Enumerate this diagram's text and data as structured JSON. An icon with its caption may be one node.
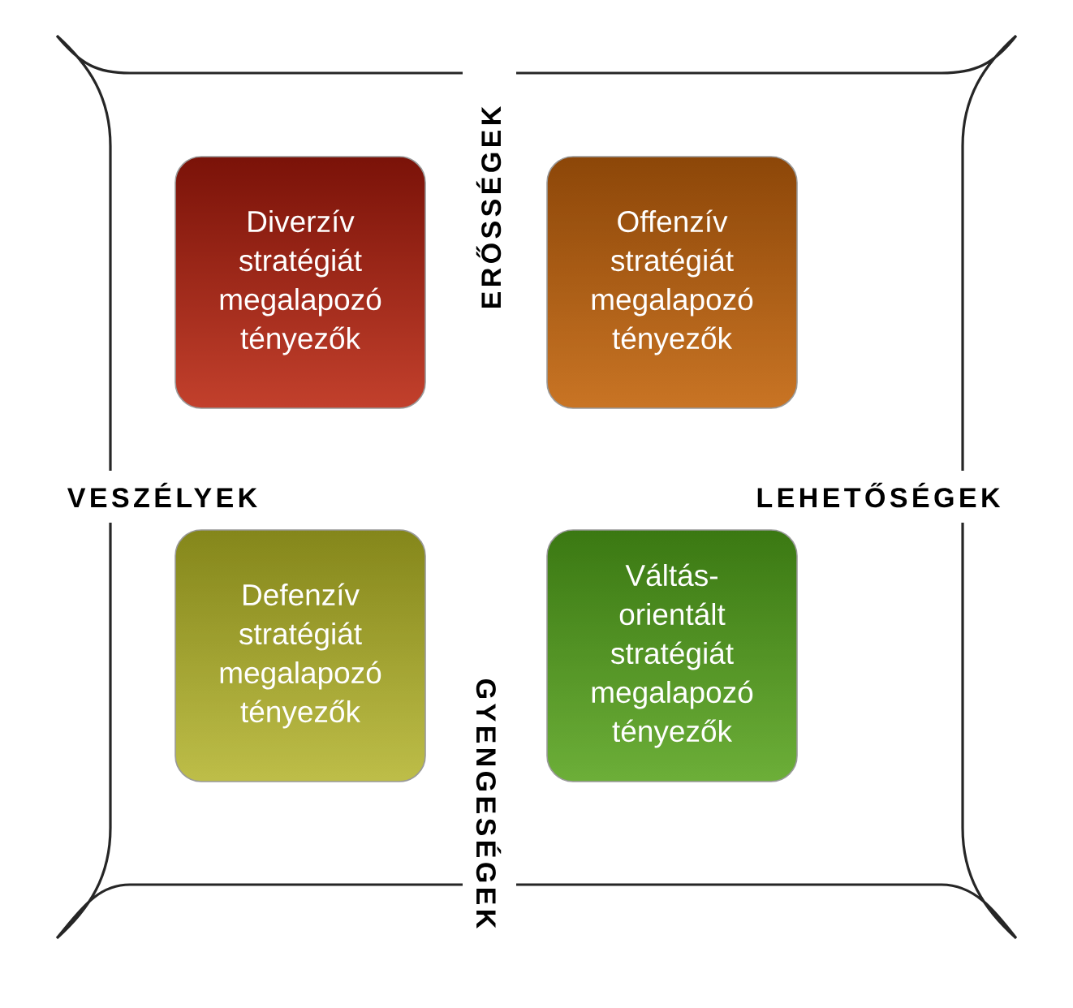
{
  "diagram": {
    "nodes": [
      {
        "text": [
          "Diverzív stratégiát megalapozó tényezők"
        ]
      },
      {
        "text": [
          "Offenzív stratégiát megalapozó tényezők"
        ]
      },
      {
        "text": [
          "Defenzív stratégiát megalapozó tényezők"
        ]
      },
      {
        "text": [
          "Váltás-orientált stratégiát megalapozó tényezők"
        ]
      }
    ],
    "labels": [
      "ERŐSSÉGEK",
      "VESZÉLYEK",
      "LEHETŐSÉGEK",
      "GYENGESÉGEK"
    ]
  }
}
